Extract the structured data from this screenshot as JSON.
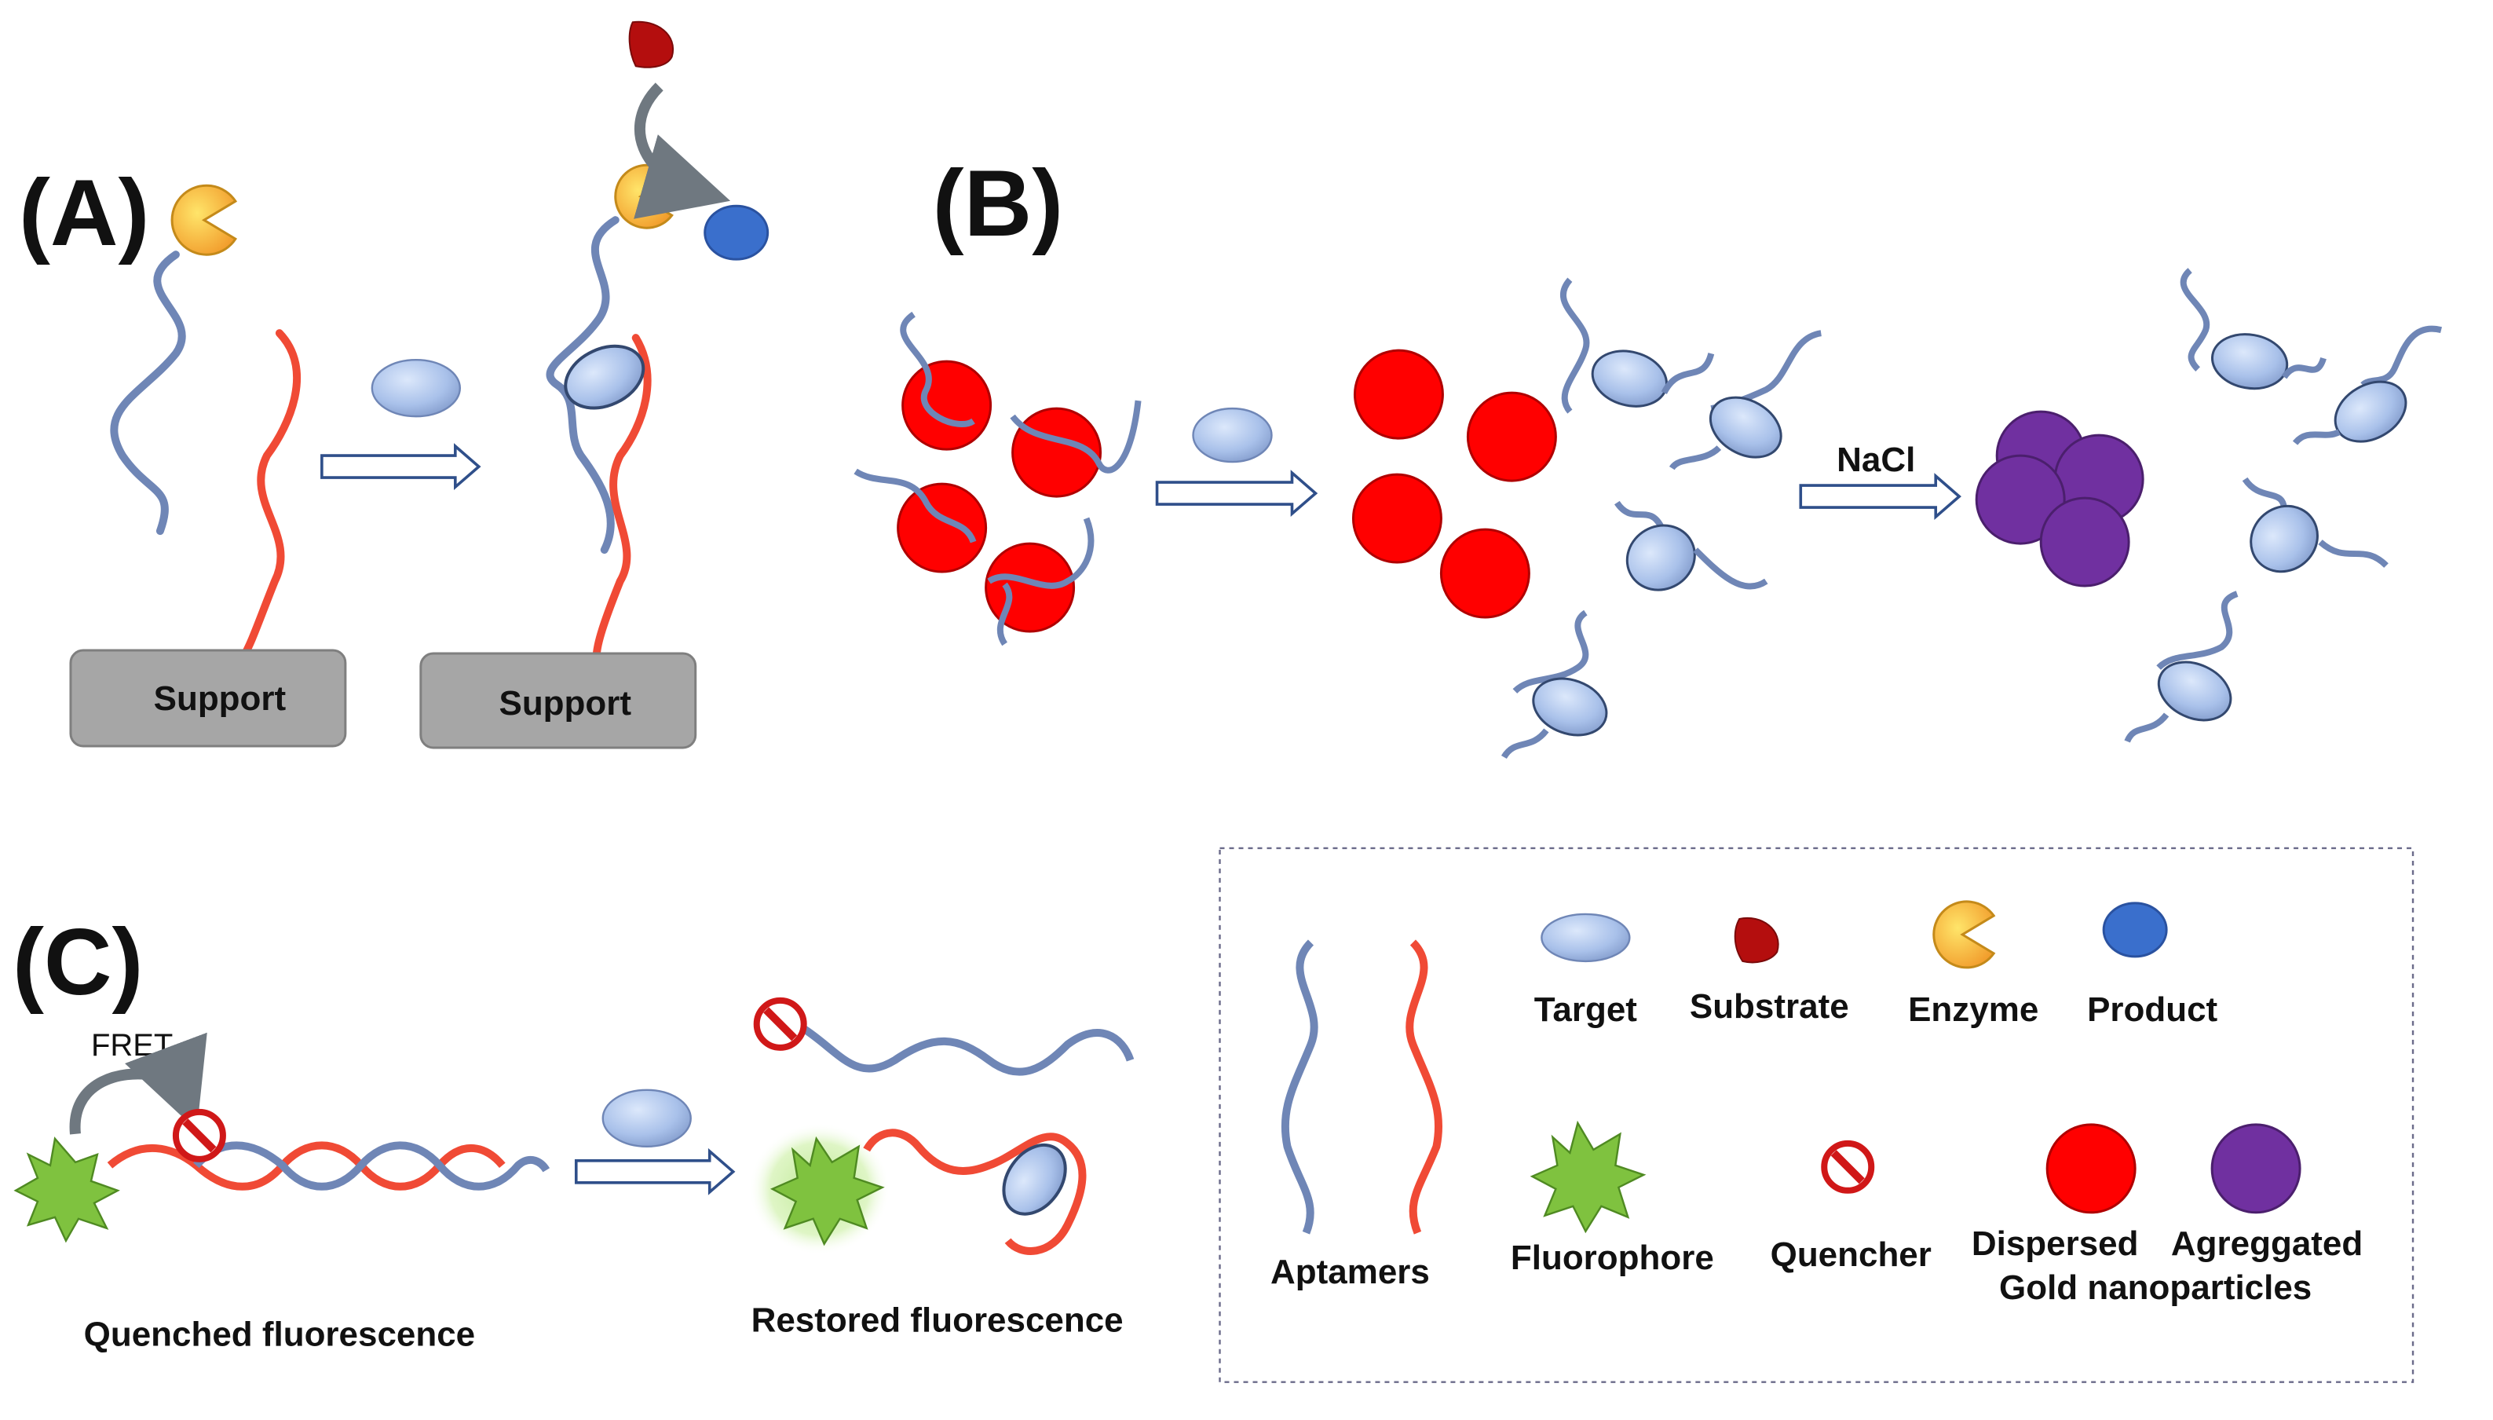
{
  "panels": {
    "a": "(A)",
    "b": "(B)",
    "c": "(C)"
  },
  "panel_a": {
    "support_left": "Support",
    "support_right": "Support"
  },
  "panel_b": {
    "nacl": "NaCl"
  },
  "panel_c": {
    "fret": "FRET",
    "quenched": "Quenched fluorescence",
    "restored": "Restored fluorescence"
  },
  "legend": {
    "target": "Target",
    "substrate": "Substrate",
    "enzyme": "Enzyme",
    "product": "Product",
    "aptamers": "Aptamers",
    "fluorophore": "Fluorophore",
    "quencher": "Quencher",
    "dispersed_line1": "Dispersed",
    "gold_nanoparticles_line": "Gold nanoparticles",
    "aggregated_line1": "Agreggated"
  },
  "colors": {
    "aptamer_blue": "#6f86b6",
    "aptamer_red": "#f04a35",
    "target": "#a9c1ea",
    "substrate": "#b40e0e",
    "enzyme": "#f3b23a",
    "product": "#3a6fcc",
    "gold_dispersed": "#ff0000",
    "gold_aggregated": "#7030a0",
    "fluorophore": "#7fc23f",
    "quencher": "#e21b1b",
    "support": "#a6a6a6"
  }
}
